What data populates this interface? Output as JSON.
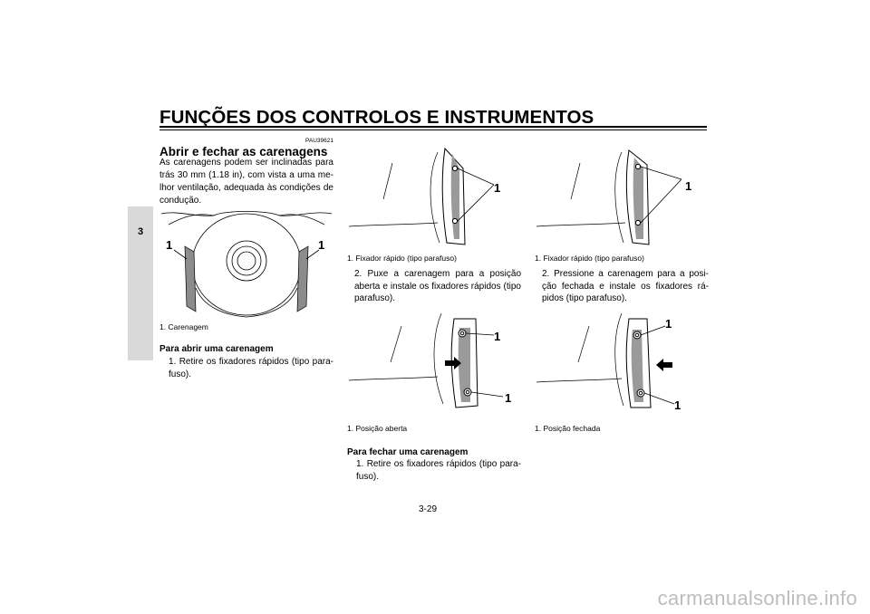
{
  "header": {
    "title": "FUNÇÕES DOS CONTROLOS E INSTRUMENTOS"
  },
  "chapter_tab": "3",
  "section": {
    "code": "PAU39621",
    "title": "Abrir e fechar as carenagens",
    "intro": "As carenagens podem ser inclinadas para trás 30 mm (1.18 in), com vista a uma me-lhor ventilação, adequada às condições de condução."
  },
  "figures": {
    "fig1": {
      "callouts": [
        "1",
        "1"
      ],
      "caption": "1. Carenagem"
    },
    "fig2": {
      "callout": "1",
      "caption": "1. Fixador rápido (tipo parafuso)"
    },
    "fig3": {
      "callouts": [
        "1",
        "1"
      ],
      "caption": "1. Posição aberta"
    },
    "fig4": {
      "callout": "1",
      "caption": "1. Fixador rápido (tipo parafuso)"
    },
    "fig5": {
      "callouts": [
        "1",
        "1"
      ],
      "caption": "1. Posição fechada"
    }
  },
  "open": {
    "heading": "Para abrir uma carenagem",
    "step1": "1. Retire os fixadores rápidos (tipo para-fuso).",
    "step2": "2. Puxe a carenagem para a posição aberta e instale os fixadores rápidos (tipo parafuso)."
  },
  "close": {
    "heading": "Para fechar uma carenagem",
    "step1": "1. Retire os fixadores rápidos (tipo para-fuso).",
    "step2": "2. Pressione a carenagem para a posi-ção fechada e instale os fixadores rá-pidos (tipo parafuso)."
  },
  "footer": {
    "page_number": "3-29",
    "watermark": "carmanualsonline.info"
  }
}
